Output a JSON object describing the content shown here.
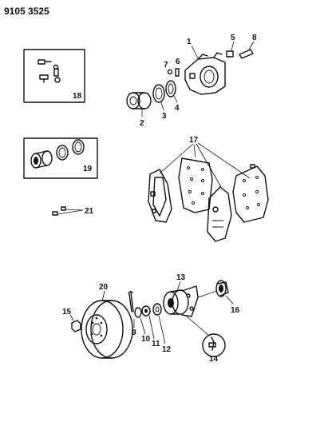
{
  "document_number": "9105 3525",
  "callouts": {
    "c1": "1",
    "c2": "2",
    "c3": "3",
    "c4": "4",
    "c5": "5",
    "c6": "6",
    "c7": "7",
    "c8": "8",
    "c9": "9",
    "c10": "10",
    "c11": "11",
    "c12": "12",
    "c13": "13",
    "c14": "14",
    "c15": "15",
    "c16": "16",
    "c17": "17",
    "c18": "18",
    "c19": "19",
    "c20": "20",
    "c21": "21"
  }
}
